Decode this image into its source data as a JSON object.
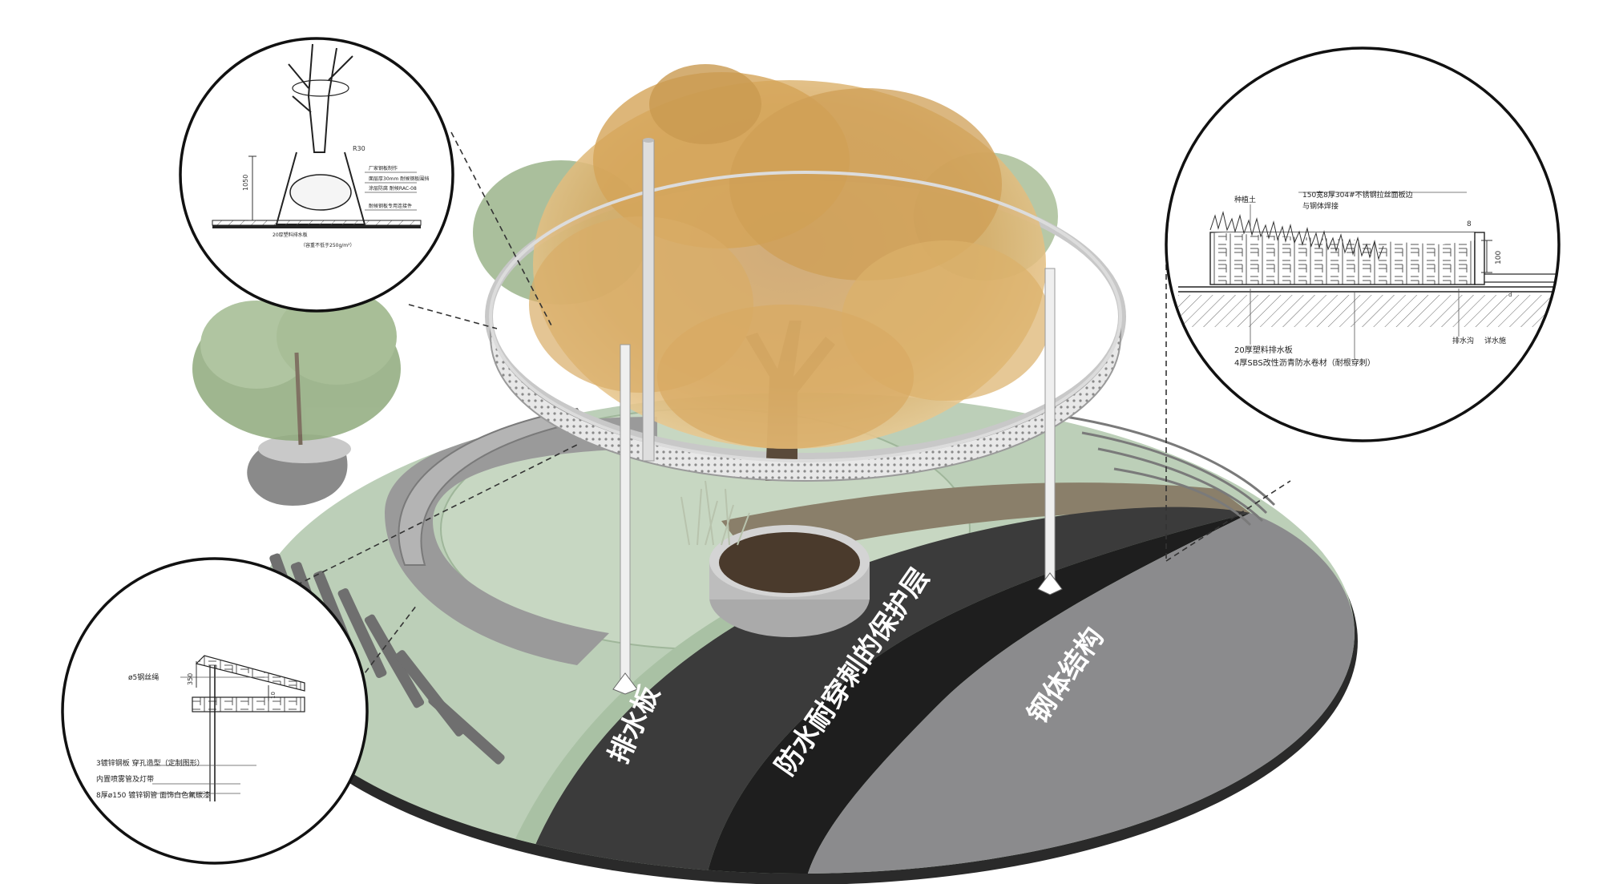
{
  "bands": {
    "drainage": "排水板",
    "protection": "防水耐穿刺的保护层",
    "steel": "钢体结构"
  },
  "detail_tree": {
    "dim_height": "1050",
    "dim_r": "R30",
    "note1": "厂家钢板制作",
    "note2": "面层厚30mm 耐候钢板围挡",
    "note3": "涂层防腐 耐候RAC-08",
    "note4": "耐候钢板专用连接件",
    "bottom1": "20厚塑料排水板",
    "bottom2": "（容重不低于250g/m²）"
  },
  "detail_green": {
    "soil": "种植土",
    "edge1": "150宽8厚304#不锈钢拉丝面板边",
    "edge2": "与钢体焊接",
    "dim_8": "8",
    "dim_100": "100",
    "dim_small": "d",
    "layer1": "20厚塑料排水板",
    "layer2": "4厚SBS改性沥青防水卷材（耐根穿刺）",
    "drain": "排水沟",
    "drain2": "详水施"
  },
  "detail_seat": {
    "rope": "ø5钢丝绳",
    "dim_350": "350",
    "dim_10": "10",
    "plate": "3镀锌钢板  穿孔造型（定制图形）",
    "light": "内置喷雾管及灯带",
    "pipe": "8厚ø150  镀锌钢管  面饰白色氟碳漆"
  },
  "colors": {
    "sage": "#bccfb8",
    "dark_band": "#3b3b3b",
    "black_band": "#1e1e1e",
    "steel_band": "#8b8b8d",
    "foliage": "#d9a85a"
  }
}
